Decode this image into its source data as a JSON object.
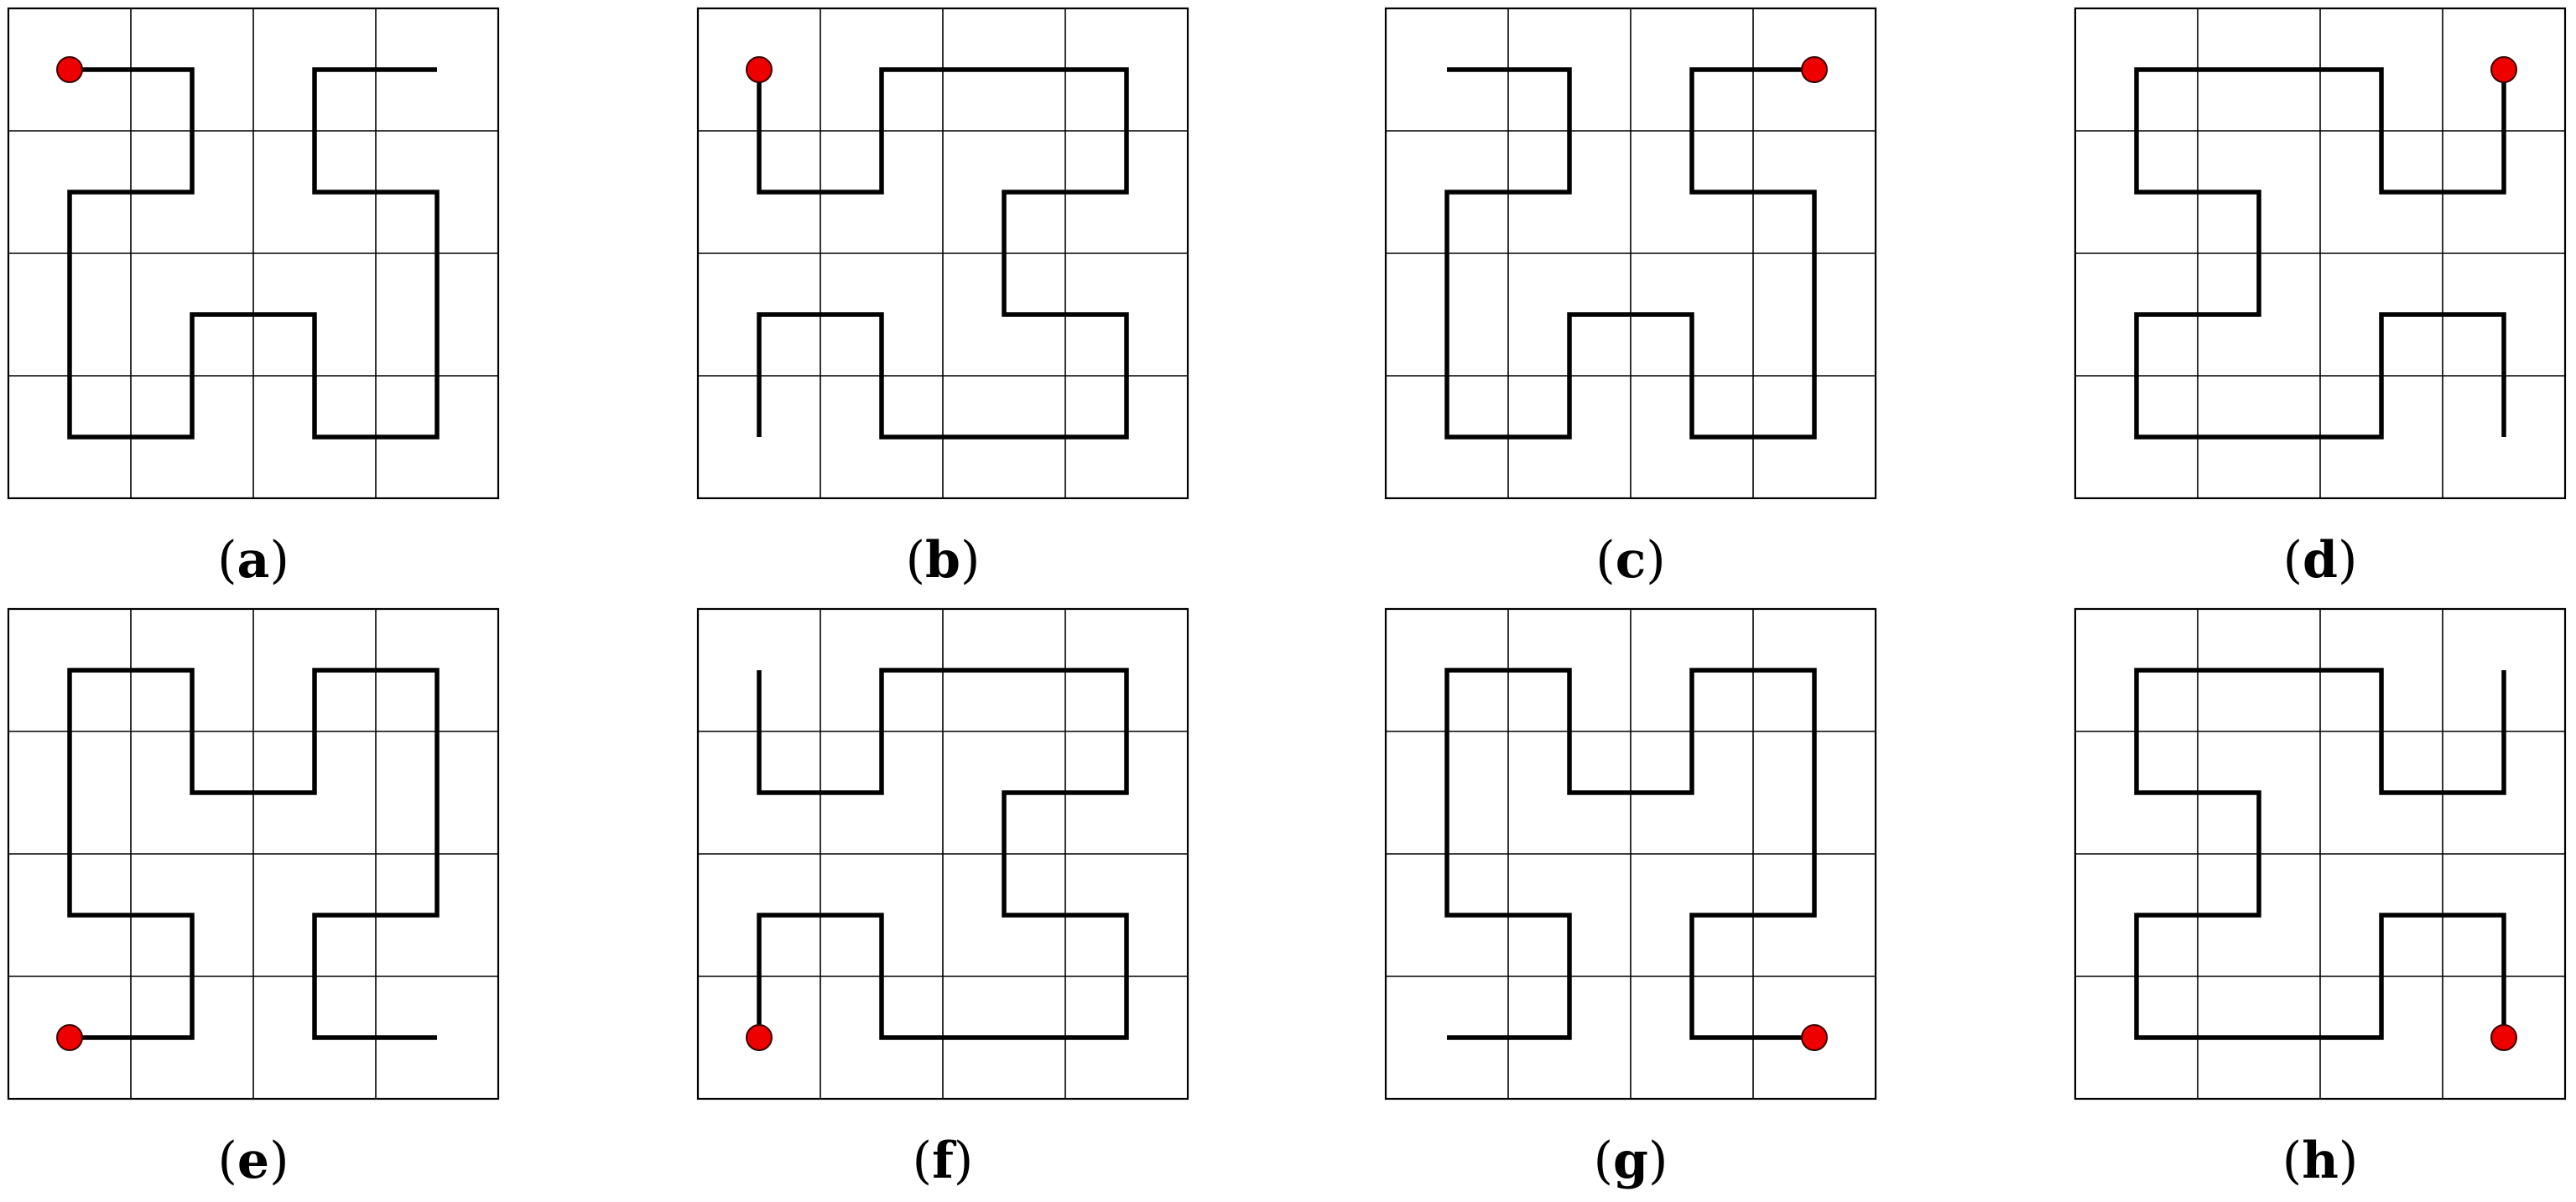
{
  "figure": {
    "grid_size": 4,
    "colors": {
      "background": "#ffffff",
      "grid": "#000000",
      "path": "#000000",
      "start_marker": "#ee0000"
    },
    "panels": [
      {
        "id": "a",
        "letter": "a",
        "start_marker": true,
        "path": [
          [
            0,
            0
          ],
          [
            1,
            0
          ],
          [
            1,
            1
          ],
          [
            0,
            1
          ],
          [
            0,
            3
          ],
          [
            1,
            3
          ],
          [
            1,
            2
          ],
          [
            2,
            2
          ],
          [
            2,
            3
          ],
          [
            3,
            3
          ],
          [
            3,
            1
          ],
          [
            2,
            1
          ],
          [
            2,
            0
          ],
          [
            3,
            0
          ]
        ]
      },
      {
        "id": "b",
        "letter": "b",
        "start_marker": true,
        "path": [
          [
            0,
            0
          ],
          [
            0,
            1
          ],
          [
            1,
            1
          ],
          [
            1,
            0
          ],
          [
            3,
            0
          ],
          [
            3,
            1
          ],
          [
            2,
            1
          ],
          [
            2,
            2
          ],
          [
            3,
            2
          ],
          [
            3,
            3
          ],
          [
            1,
            3
          ],
          [
            1,
            2
          ],
          [
            0,
            2
          ],
          [
            0,
            3
          ]
        ]
      },
      {
        "id": "c",
        "letter": "c",
        "start_marker": true,
        "path": [
          [
            3,
            0
          ],
          [
            2,
            0
          ],
          [
            2,
            1
          ],
          [
            3,
            1
          ],
          [
            3,
            3
          ],
          [
            2,
            3
          ],
          [
            2,
            2
          ],
          [
            1,
            2
          ],
          [
            1,
            3
          ],
          [
            0,
            3
          ],
          [
            0,
            1
          ],
          [
            1,
            1
          ],
          [
            1,
            0
          ],
          [
            0,
            0
          ]
        ]
      },
      {
        "id": "d",
        "letter": "d",
        "start_marker": true,
        "path": [
          [
            3,
            0
          ],
          [
            3,
            1
          ],
          [
            2,
            1
          ],
          [
            2,
            0
          ],
          [
            0,
            0
          ],
          [
            0,
            1
          ],
          [
            1,
            1
          ],
          [
            1,
            2
          ],
          [
            0,
            2
          ],
          [
            0,
            3
          ],
          [
            2,
            3
          ],
          [
            2,
            2
          ],
          [
            3,
            2
          ],
          [
            3,
            3
          ]
        ]
      },
      {
        "id": "e",
        "letter": "e",
        "start_marker": true,
        "path": [
          [
            0,
            3
          ],
          [
            1,
            3
          ],
          [
            1,
            2
          ],
          [
            0,
            2
          ],
          [
            0,
            0
          ],
          [
            1,
            0
          ],
          [
            1,
            1
          ],
          [
            2,
            1
          ],
          [
            2,
            0
          ],
          [
            3,
            0
          ],
          [
            3,
            2
          ],
          [
            2,
            2
          ],
          [
            2,
            3
          ],
          [
            3,
            3
          ]
        ]
      },
      {
        "id": "f",
        "letter": "f",
        "start_marker": true,
        "path": [
          [
            0,
            3
          ],
          [
            0,
            2
          ],
          [
            1,
            2
          ],
          [
            1,
            3
          ],
          [
            3,
            3
          ],
          [
            3,
            2
          ],
          [
            2,
            2
          ],
          [
            2,
            1
          ],
          [
            3,
            1
          ],
          [
            3,
            0
          ],
          [
            1,
            0
          ],
          [
            1,
            1
          ],
          [
            0,
            1
          ],
          [
            0,
            0
          ]
        ]
      },
      {
        "id": "g",
        "letter": "g",
        "start_marker": true,
        "path": [
          [
            3,
            3
          ],
          [
            2,
            3
          ],
          [
            2,
            2
          ],
          [
            3,
            2
          ],
          [
            3,
            0
          ],
          [
            2,
            0
          ],
          [
            2,
            1
          ],
          [
            1,
            1
          ],
          [
            1,
            0
          ],
          [
            0,
            0
          ],
          [
            0,
            2
          ],
          [
            1,
            2
          ],
          [
            1,
            3
          ],
          [
            0,
            3
          ]
        ]
      },
      {
        "id": "h",
        "letter": "h",
        "start_marker": true,
        "path": [
          [
            3,
            3
          ],
          [
            3,
            2
          ],
          [
            2,
            2
          ],
          [
            2,
            3
          ],
          [
            0,
            3
          ],
          [
            0,
            2
          ],
          [
            1,
            2
          ],
          [
            1,
            1
          ],
          [
            0,
            1
          ],
          [
            0,
            0
          ],
          [
            2,
            0
          ],
          [
            2,
            1
          ],
          [
            3,
            1
          ],
          [
            3,
            0
          ]
        ]
      }
    ]
  }
}
